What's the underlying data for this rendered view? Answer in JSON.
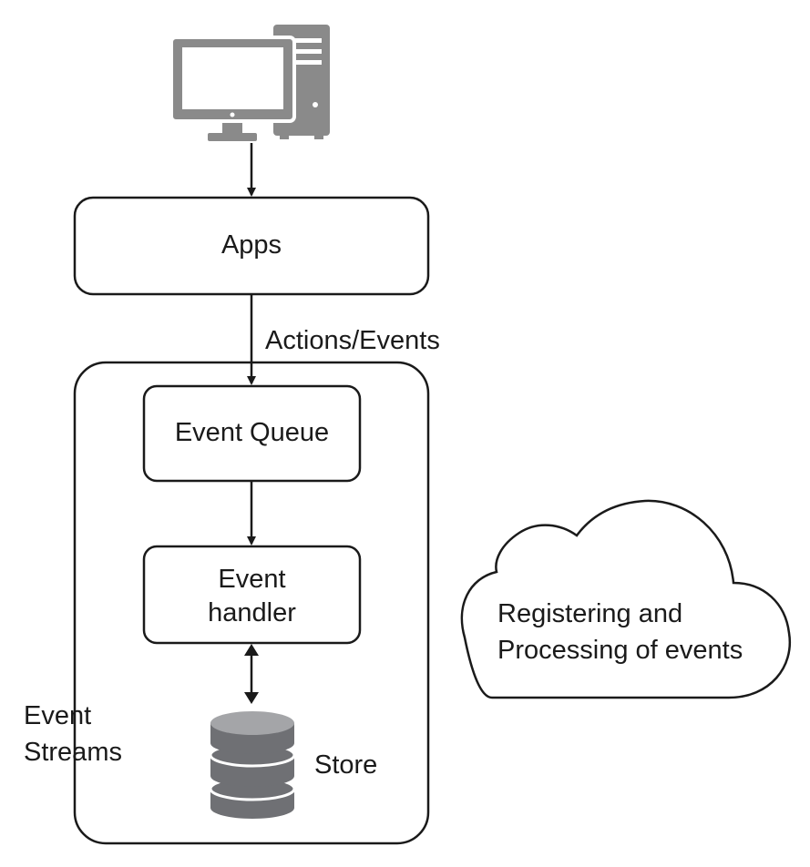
{
  "nodes": {
    "apps": "Apps",
    "event_queue": "Event Queue",
    "event_handler_line1": "Event",
    "event_handler_line2": "handler",
    "store": "Store"
  },
  "edges": {
    "apps_to_queue": "Actions/Events"
  },
  "group": {
    "label_line1": "Event",
    "label_line2": "Streams"
  },
  "cloud": {
    "line1": "Registering and",
    "line2": "Processing of events"
  },
  "icons": {
    "computer": "desktop-computer-icon",
    "database": "database-icon"
  },
  "colors": {
    "stroke": "#1a1a1a",
    "icon_gray": "#8a8a8a",
    "icon_dark": "#6f7074"
  }
}
